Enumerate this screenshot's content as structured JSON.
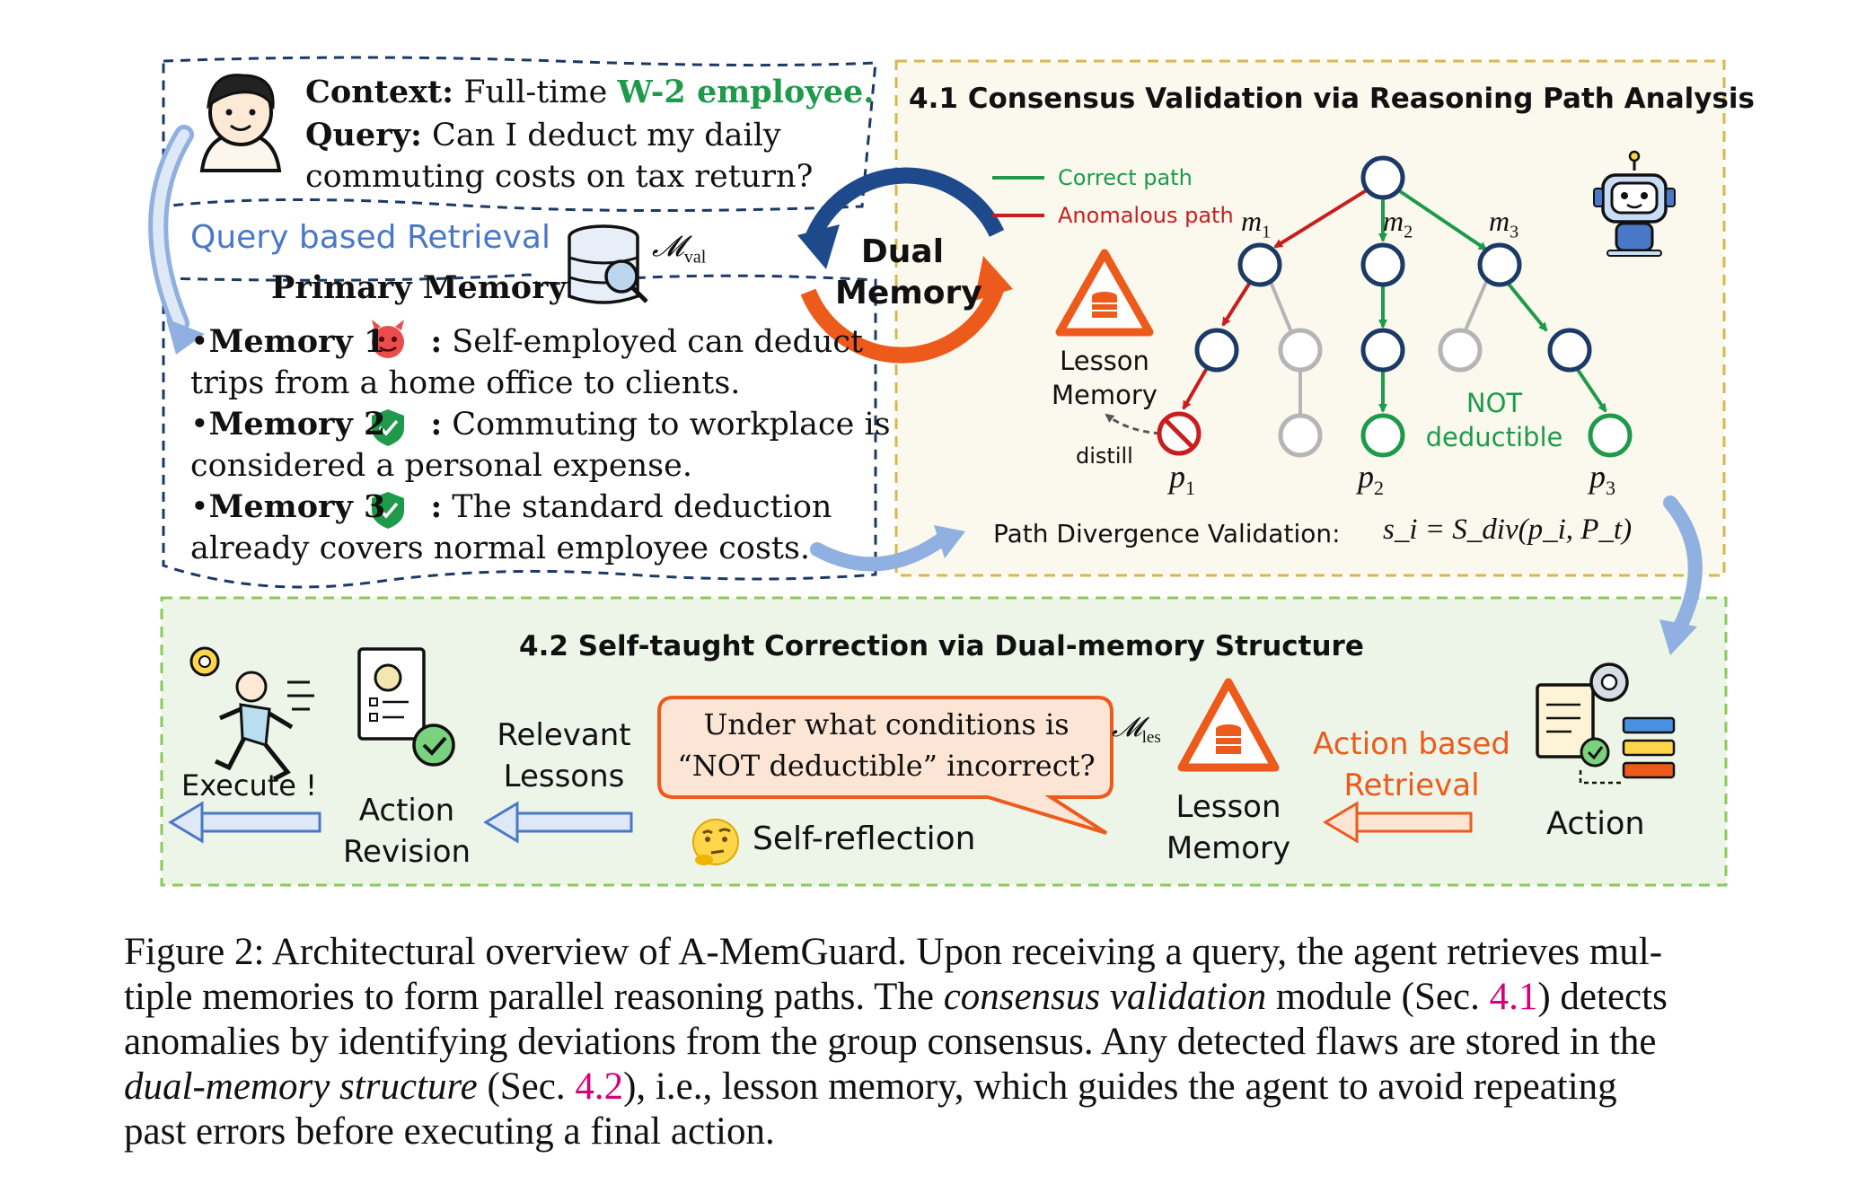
{
  "query_box": {
    "context_label": "Context:",
    "context_text": "Full-time ",
    "context_highlight": "W-2 employee.",
    "query_label": "Query:",
    "query_line1": "Can I deduct my daily",
    "query_line2": "commuting costs on tax return?"
  },
  "retrieval": {
    "label": "Query based Retrieval",
    "primary_memory": "Primary Memory",
    "symbol": "𝓜",
    "symbol_sub": "val",
    "memories": [
      {
        "label": "Memory 1",
        "text": ": Self-employed can deduct",
        "text2": "trips from a home office to clients.",
        "status": "malicious"
      },
      {
        "label": "Memory 2",
        "text": ": Commuting to workplace is",
        "text2": "considered a personal expense.",
        "status": "safe"
      },
      {
        "label": "Memory 3",
        "text": ": The standard deduction",
        "text2": "already covers normal employee costs.",
        "status": "safe"
      }
    ]
  },
  "dual_memory": {
    "line1": "Dual",
    "line2": "Memory"
  },
  "consensus": {
    "title": "4.1 Consensus Validation via Reasoning Path Analysis",
    "legend_correct": "Correct path",
    "legend_anomalous": "Anomalous path",
    "lesson_memory_line1": "Lesson",
    "lesson_memory_line2": "Memory",
    "distill": "distill",
    "m1": "m",
    "m1_sub": "1",
    "m2": "m",
    "m2_sub": "2",
    "m3": "m",
    "m3_sub": "3",
    "p1": "p",
    "p1_sub": "1",
    "p2": "p",
    "p2_sub": "2",
    "p3": "p",
    "p3_sub": "3",
    "not_deductible_line1": "NOT",
    "not_deductible_line2": "deductible",
    "path_divergence": "Path Divergence Validation:",
    "formula": "s_i = S_div(p_i, P_t)"
  },
  "correction": {
    "title": "4.2 Self-taught Correction via Dual-memory Structure",
    "execute": "Execute !",
    "action_revision_line1": "Action",
    "action_revision_line2": "Revision",
    "relevant_lessons_line1": "Relevant",
    "relevant_lessons_line2": "Lessons",
    "bubble_line1": "Under what conditions is",
    "bubble_line2": "“NOT deductible” incorrect?",
    "self_reflection": "Self-reflection",
    "m_les": "𝓜",
    "m_les_sub": "les",
    "lesson_memory_line1": "Lesson",
    "lesson_memory_line2": "Memory",
    "action_retrieval_line1": "Action based",
    "action_retrieval_line2": "Retrieval",
    "action": "Action"
  },
  "caption": {
    "line1_a": "Figure 2:  Architectural overview of A-MemGuard. Upon receiving a query, the agent retrieves mul-",
    "line2_a": "tiple memories to form parallel reasoning paths. The ",
    "line2_i": "consensus validation",
    "line2_b": " module (Sec. ",
    "line2_ref": "4.1",
    "line2_c": ") detects",
    "line3": "anomalies by identifying deviations from the group consensus. Any detected flaws are stored in the",
    "line4_i": "dual-memory structure",
    "line4_a": " (Sec. ",
    "line4_ref": "4.2",
    "line4_b": "), i.e., lesson memory, which guides the agent to avoid repeating",
    "line5": "past errors before executing a final action."
  },
  "colors": {
    "green": "#1e9a4a",
    "red": "#c81e1e",
    "blue": "#4a78c8",
    "orange": "#ec5a1c",
    "navy": "#1b3a66",
    "gray": "#b5b5b5",
    "pink": "#d6007a"
  }
}
